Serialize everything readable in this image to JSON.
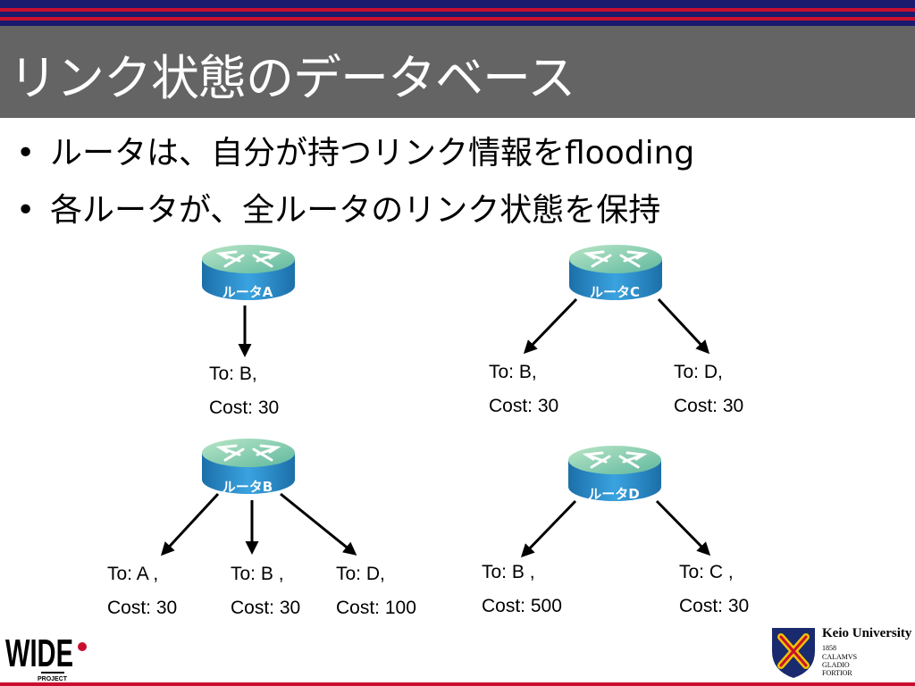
{
  "slide": {
    "title": "リンク状態のデータベース",
    "bullets": [
      "ルータは、自分が持つリンク情報をflooding",
      "各ルータが、全ルータのリンク状態を保持"
    ]
  },
  "routers": [
    {
      "id": "A",
      "label": "ルータA"
    },
    {
      "id": "B",
      "label": "ルータB"
    },
    {
      "id": "C",
      "label": "ルータC"
    },
    {
      "id": "D",
      "label": "ルータD"
    }
  ],
  "link_entries": {
    "A": [
      {
        "to": "To: B,",
        "cost": "Cost: 30"
      }
    ],
    "B": [
      {
        "to": "To: A ,",
        "cost": "Cost: 30"
      },
      {
        "to": "To: B ,",
        "cost": "Cost: 30"
      },
      {
        "to": "To: D,",
        "cost": "Cost: 100"
      }
    ],
    "C": [
      {
        "to": "To: B,",
        "cost": "Cost: 30"
      },
      {
        "to": "To: D,",
        "cost": "Cost: 30"
      }
    ],
    "D": [
      {
        "to": "To: B ,",
        "cost": "Cost: 500"
      },
      {
        "to": "To: C ,",
        "cost": "Cost: 30"
      }
    ]
  },
  "footer": {
    "wide_logo": "WIDE",
    "wide_sub": "PROJECT",
    "keio_name": "Keio University",
    "keio_year": "1858",
    "keio_motto": [
      "CALAMVS",
      "GLADIO",
      "FORTIOR"
    ]
  },
  "colors": {
    "title_bar": "#646464",
    "stripe_red": "#c8102e",
    "stripe_navy": "#1a1a6e",
    "router_top": "#8fd0a8",
    "router_body": "#2a8fcf"
  }
}
